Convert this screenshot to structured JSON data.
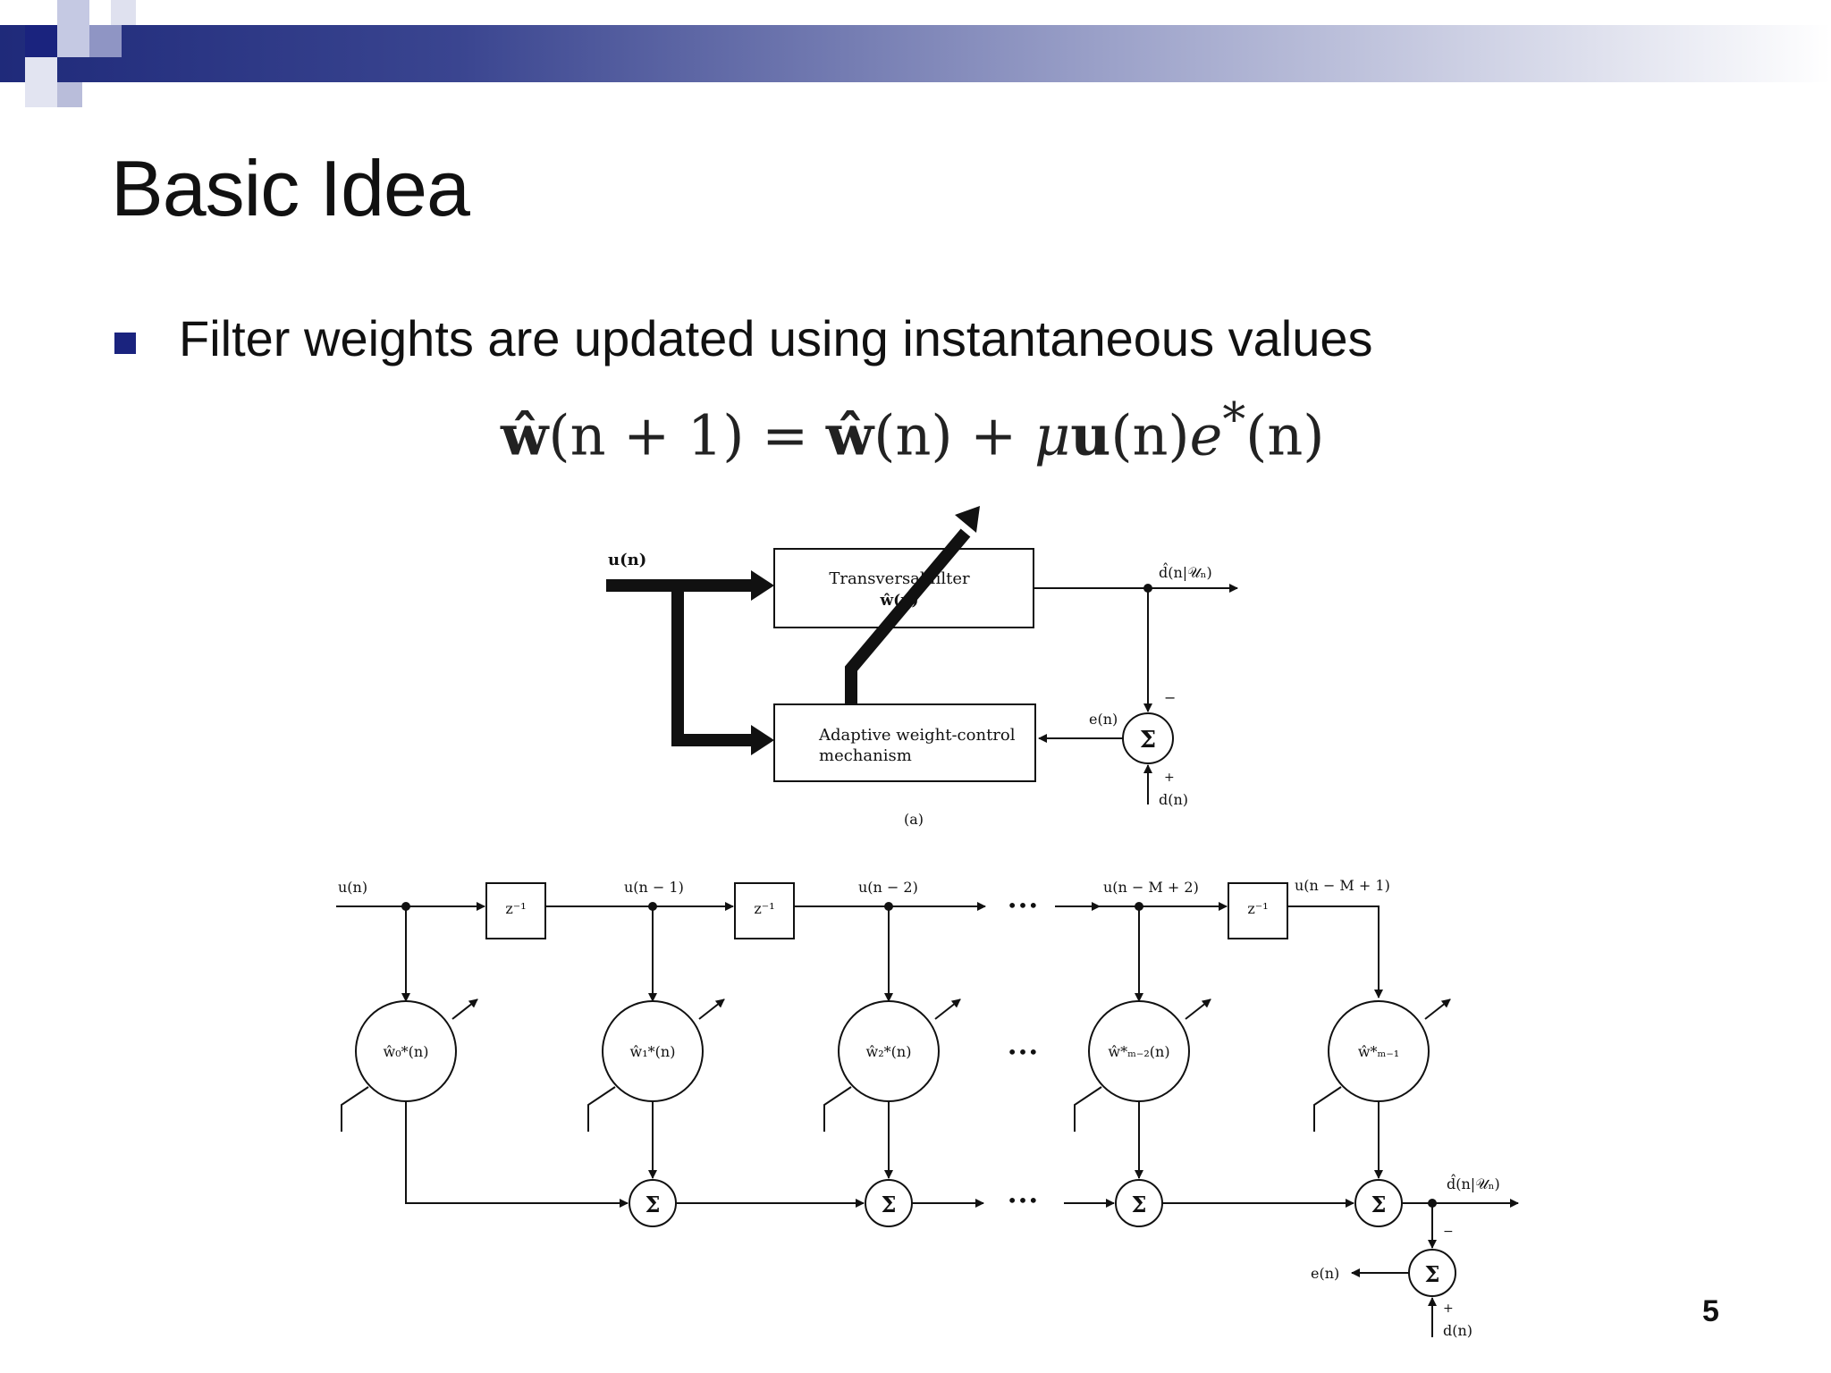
{
  "slide": {
    "title": "Basic Idea",
    "bullet": "Filter weights are updated using instantaneous values",
    "equation": {
      "lhs_w": "ŵ",
      "lhs_arg": "(n + 1)",
      "eq": " = ",
      "rhs_w": "ŵ",
      "rhs_arg": "(n) + ",
      "mu": "μ",
      "u": "u",
      "u_arg": "(n)",
      "e": "e",
      "e_sup": "*",
      "e_arg": "(n)"
    },
    "page_number": "5"
  },
  "diagram_a": {
    "input_label": "u(n)",
    "filter_title": "Transversal filter",
    "filter_weight": "ŵ(n)",
    "adaptive_line1": "Adaptive weight-control",
    "adaptive_line2": "mechanism",
    "output_label": "d̂(n|𝒰ₙ)",
    "error_label": "e(n)",
    "minus_sign": "−",
    "plus_sign": "+",
    "sum_symbol": "Σ",
    "desired_label": "d(n)",
    "caption": "(a)"
  },
  "diagram_b": {
    "delay_label": "z⁻¹",
    "ellipsis": "•••",
    "sum_symbol": "Σ",
    "taps": [
      {
        "input": "u(n)",
        "weight": "ŵ₀*(n)"
      },
      {
        "input": "u(n − 1)",
        "weight": "ŵ₁*(n)"
      },
      {
        "input": "u(n − 2)",
        "weight": "ŵ₂*(n)"
      },
      {
        "input": "u(n − M + 2)",
        "weight": "ŵ*ₘ₋₂(n)"
      },
      {
        "input": "u(n − M + 1)",
        "weight": "ŵ*ₘ₋₁"
      }
    ],
    "output_label": "d̂(n|𝒰ₙ)",
    "error_label": "e(n)",
    "minus_sign": "−",
    "plus_sign": "+",
    "desired_label": "d(n)"
  }
}
